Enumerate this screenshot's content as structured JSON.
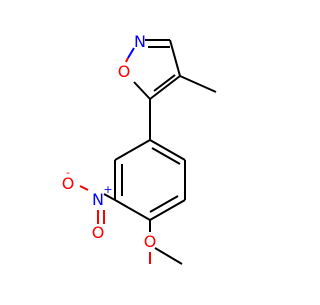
{
  "molecule": {
    "atoms": {
      "N": "N",
      "O1": "O",
      "O2": "O",
      "O3": "O",
      "O4": "O",
      "N2": "N",
      "charge_plus": "+",
      "charge_minus": "-"
    },
    "colors": {
      "bond": "#000000",
      "nitrogen": "#0000FF",
      "oxygen": "#FF0000"
    }
  }
}
